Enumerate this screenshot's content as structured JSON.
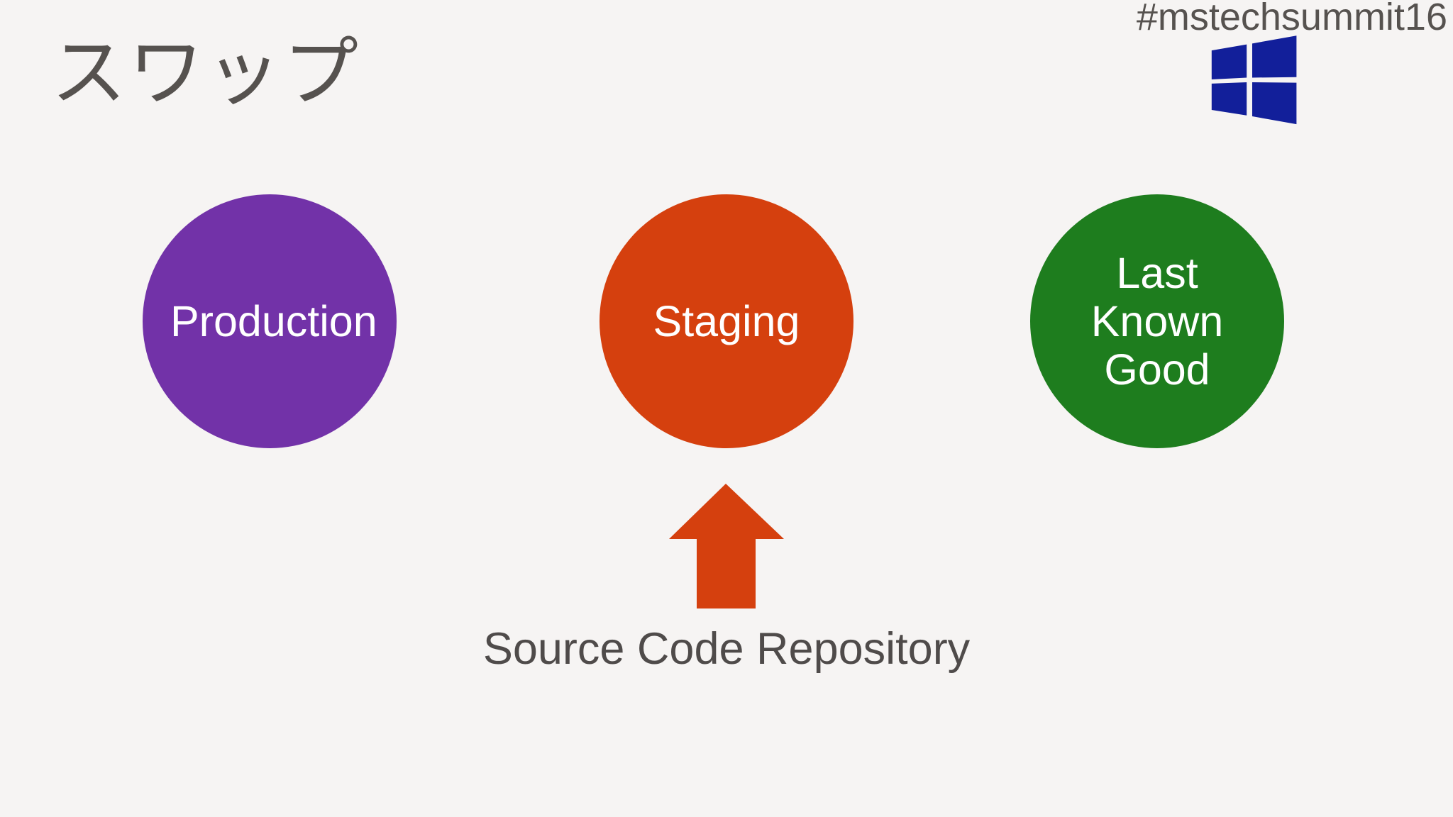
{
  "slide": {
    "title": "スワップ",
    "hashtag": "#mstechsummit16",
    "caption": "Source Code Repository",
    "logo": {
      "name": "windows-logo"
    },
    "colors": {
      "background": "#f6f4f3",
      "title_text": "#56524f",
      "caption_text": "#4f4b4a",
      "windows_logo_blue": "#121f9a",
      "white_label_text": "#ffffff"
    },
    "diagram": {
      "circles": [
        {
          "label": "Production",
          "color": "#7232a8"
        },
        {
          "label": "Staging",
          "color": "#d5400e"
        },
        {
          "label": "Last Known Good",
          "color": "#1e7d1e"
        }
      ],
      "arrow": {
        "direction": "up",
        "color": "#d5400e"
      }
    }
  }
}
